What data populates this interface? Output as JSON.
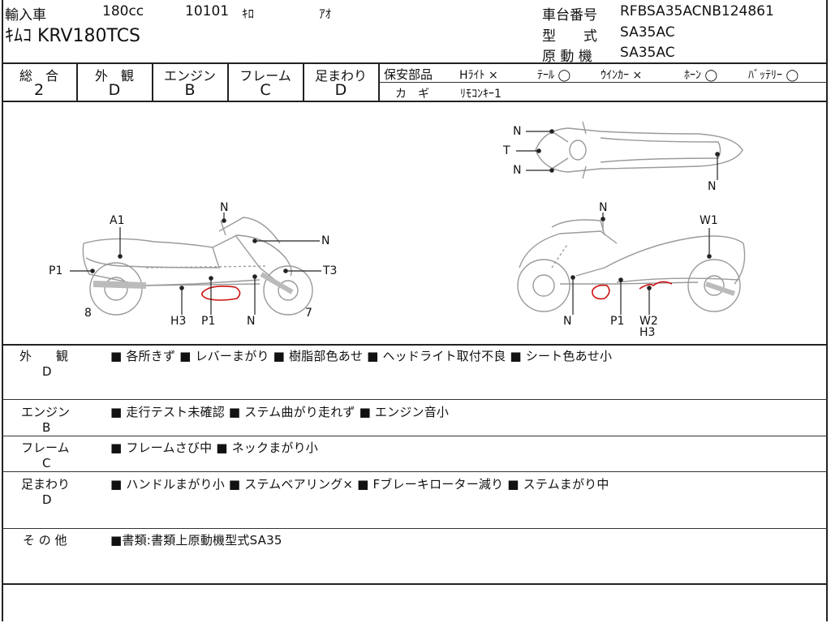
{
  "header": {
    "import_label": "輸入車",
    "displacement": "180cc",
    "mileage": "10101",
    "mileage_unit": "ｷﾛ",
    "color": "ｱｵ",
    "model": "ｷﾑｺ KRV180TCS",
    "frame_no_label": "車台番号",
    "frame_no": "RFBSA35ACNB124861",
    "type_label": "型　　式",
    "type_value": "SA35AC",
    "engine_label": "原 動 機",
    "engine_value": "SA35AC"
  },
  "grades": [
    {
      "label": "総　合",
      "value": "2"
    },
    {
      "label": "外　観",
      "value": "D"
    },
    {
      "label": "エンジン",
      "value": "B"
    },
    {
      "label": "フレーム",
      "value": "C"
    },
    {
      "label": "足まわり",
      "value": "D"
    }
  ],
  "safety": {
    "label": "保安部品",
    "headlight": "Hﾗｲﾄ ×",
    "tail": "ﾃｰﾙ ◯",
    "winker": "ｳｲﾝｶｰ ×",
    "horn": "ﾎｰﾝ ◯",
    "battery": "ﾊﾞｯﾃﾘｰ ◯"
  },
  "key": {
    "label": "カ　ギ",
    "value": "ﾘﾓｺﾝｷｰ1"
  },
  "diagram": {
    "top_view": {
      "n1": "N",
      "t": "T",
      "n2": "N",
      "n3": "N"
    },
    "left_view": {
      "a1": "A1",
      "n_mirror": "N",
      "n_body": "N",
      "p1_front": "P1",
      "t3": "T3",
      "eight": "8",
      "h3": "H3",
      "p1_low": "P1",
      "n_low": "N",
      "seven": "7"
    },
    "right_view": {
      "n_mirror": "N",
      "w1": "W1",
      "n_low": "N",
      "p1": "P1",
      "w2": "W2",
      "h3": "H3"
    }
  },
  "sections": [
    {
      "label": "外　　観",
      "grade": "D",
      "notes": "■ 各所きず ■ レバーまがり ■ 樹脂部色あせ ■ ヘッドライト取付不良 ■ シート色あせ小"
    },
    {
      "label": "エンジン",
      "grade": "B",
      "notes": "■ 走行テスト未確認 ■ ステム曲がり走れず ■ エンジン音小"
    },
    {
      "label": "フレーム",
      "grade": "C",
      "notes": "■ フレームさび中 ■ ネックまがり小"
    },
    {
      "label": "足まわり",
      "grade": "D",
      "notes": "■ ハンドルまがり小 ■ ステムベアリング× ■ Fブレーキローター減り ■ ステムまがり中"
    },
    {
      "label": "そ の 他",
      "grade": "",
      "notes": "■書類:書類上原動機型式SA35"
    }
  ],
  "colors": {
    "lines": "#222222",
    "damage_mark": "#cc1111",
    "bike_outline": "#9a9a9a"
  }
}
